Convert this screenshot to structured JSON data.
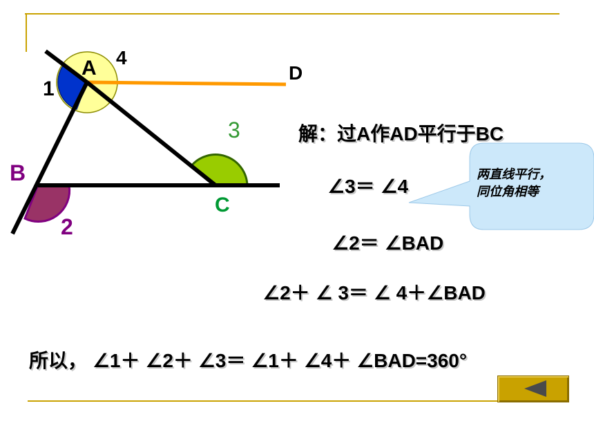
{
  "diagram": {
    "labels": {
      "A": "A",
      "B": "B",
      "C": "C",
      "D": "D",
      "angle1": "1",
      "angle2": "2",
      "angle3": "3",
      "angle4": "4"
    }
  },
  "solution": {
    "intro": "解：过A作AD平行于BC",
    "step1": "∠3＝ ∠4",
    "step2": "∠2＝ ∠BAD",
    "step3": "∠2＋ ∠ 3＝ ∠ 4＋∠BAD",
    "conclusion": "所以， ∠1＋ ∠2＋ ∠3＝ ∠1＋ ∠4＋ ∠BAD=360°"
  },
  "callout": {
    "line1": "两直线平行，",
    "line2": "同位角相等"
  },
  "colors": {
    "frame": "#c9a200",
    "line_ad": "#ff9900",
    "angle1": "#0033cc",
    "angle4": "#ffff99",
    "angle3": "#99cc00",
    "angle2": "#993366",
    "label3": "#339933",
    "labelC": "#009933",
    "label2": "#800080",
    "labelB": "#800080",
    "callout_fill": "#cce8fa"
  },
  "buttons": {
    "back_icon": "left-triangle-icon"
  }
}
